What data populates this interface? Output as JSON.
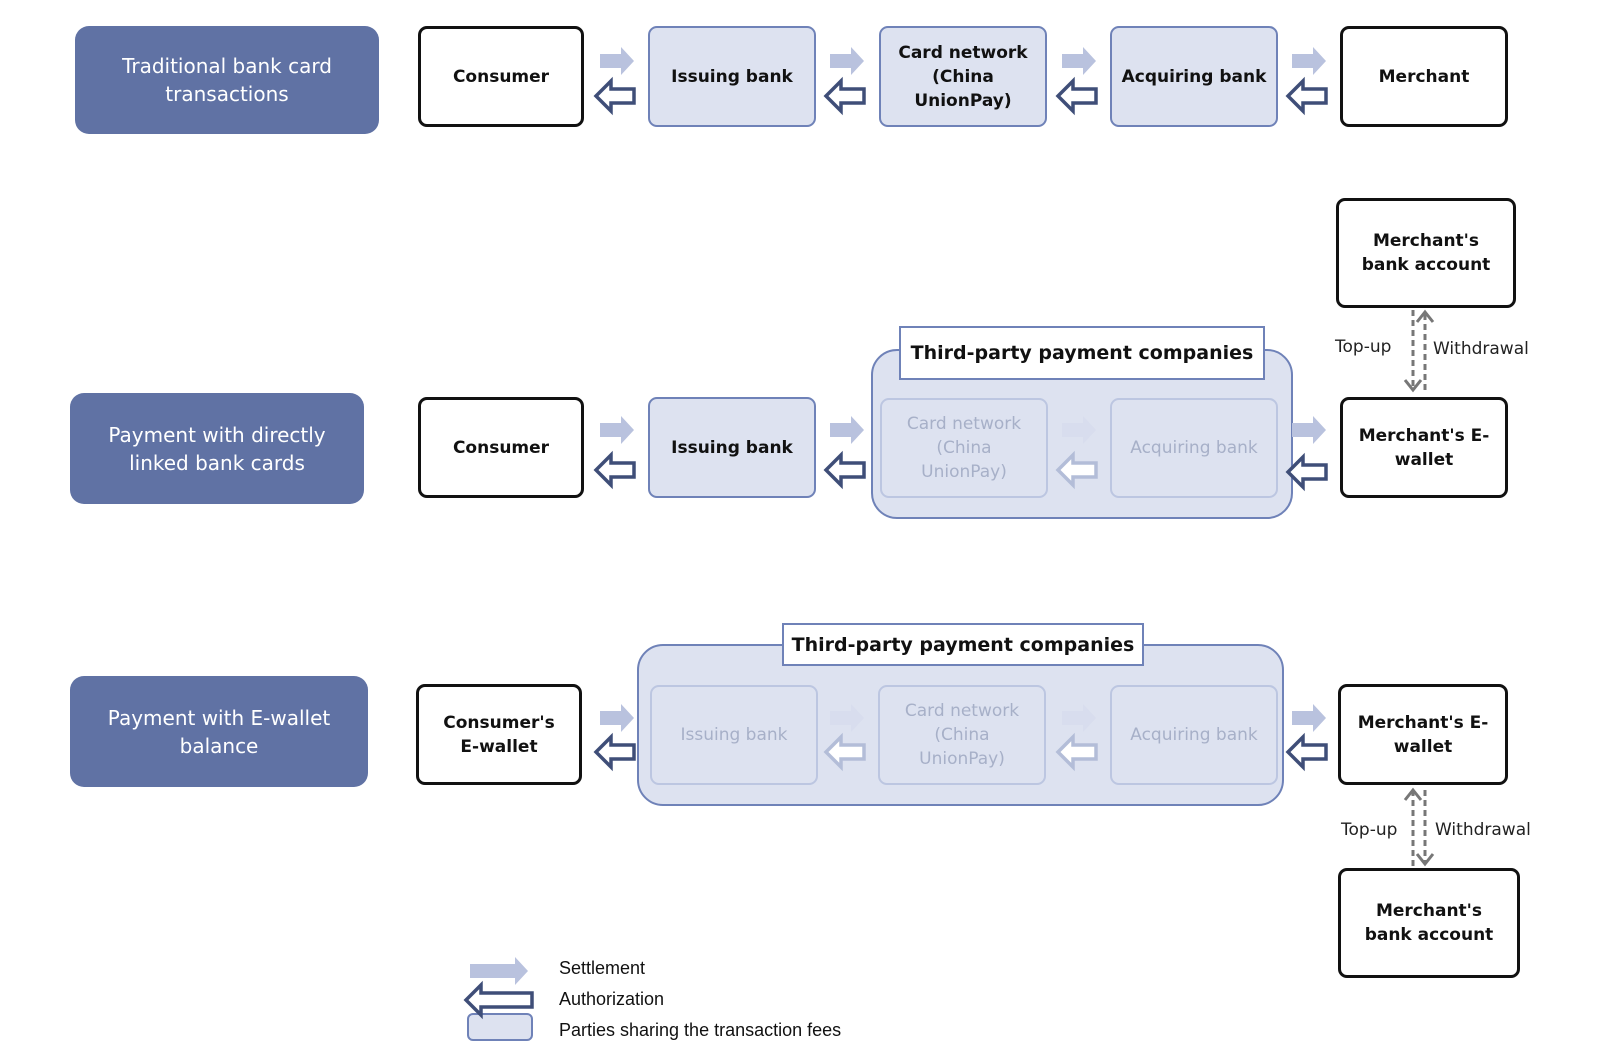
{
  "rows": {
    "traditional": {
      "label": "Traditional bank card transactions",
      "consumer": "Consumer",
      "issuing_bank": "Issuing bank",
      "card_network": "Card network (China UnionPay)",
      "acquiring_bank": "Acquiring bank",
      "merchant": "Merchant"
    },
    "linked_cards": {
      "label": "Payment with directly linked bank cards",
      "consumer": "Consumer",
      "issuing_bank": "Issuing bank",
      "group_title": "Third-party payment companies",
      "card_network": "Card network (China UnionPay)",
      "acquiring_bank": "Acquiring bank",
      "merchant_wallet": "Merchant's E-wallet",
      "merchant_bank_account": "Merchant's bank account",
      "top_up": "Top-up",
      "withdrawal": "Withdrawal"
    },
    "ewallet": {
      "label": "Payment with E-wallet balance",
      "consumer_wallet": "Consumer's E-wallet",
      "group_title": "Third-party payment companies",
      "issuing_bank": "Issuing bank",
      "card_network": "Card network (China UnionPay)",
      "acquiring_bank": "Acquiring bank",
      "merchant_wallet": "Merchant's E-wallet",
      "merchant_bank_account": "Merchant's bank account",
      "top_up": "Top-up",
      "withdrawal": "Withdrawal"
    }
  },
  "legend": {
    "settlement": "Settlement",
    "authorization": "Authorization",
    "fee_sharing": "Parties sharing the transaction fees"
  },
  "colors": {
    "label_fill": "#6072a4",
    "party_fill": "#dde2f0",
    "party_border": "#6f82b8",
    "settlement_arrow": "#b9c2de",
    "authorization_arrow": "#3f4e78"
  }
}
